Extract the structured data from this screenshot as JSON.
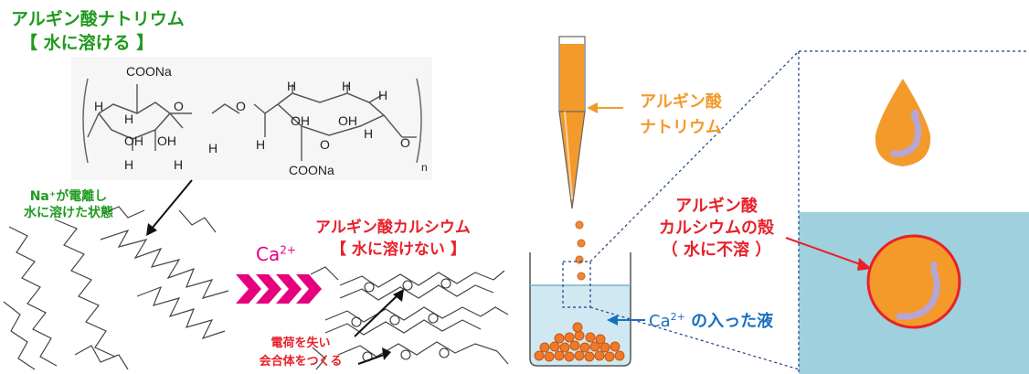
{
  "left_panel": {
    "sodium_alginate_title": "アルギン酸ナトリウム",
    "sodium_alginate_subtitle": "【 水に溶ける 】",
    "formula": {
      "coona_top": "COONa",
      "coona_bottom": "COONa",
      "h": "H",
      "oh": "OH",
      "o": "O",
      "n": "n"
    },
    "ionized_label_line1": "Na⁺が電離し",
    "ionized_label_line2": "水に溶けた状態",
    "calcium_ion": "Ca",
    "calcium_charge": "2+",
    "calcium_alginate_title": "アルギン酸カルシウム",
    "calcium_alginate_subtitle": "【 水に溶けない 】",
    "aggregate_label_line1": "電荷を失い",
    "aggregate_label_line2": "会合体をつくる"
  },
  "right_panel": {
    "pipette_label_line1": "アルギン酸",
    "pipette_label_line2": "ナトリウム",
    "shell_label_line1": "アルギン酸",
    "shell_label_line2": "カルシウムの殻",
    "shell_label_line3": "（ 水に不溶 ）",
    "solution_label_ion": "Ca",
    "solution_label_charge": "2+",
    "solution_label_text": " の入った液"
  },
  "colors": {
    "green": "#1f9a1f",
    "red": "#e8202a",
    "orange": "#f39a2b",
    "blue": "#1a6fc0",
    "water": "#9fd0dd",
    "magenta": "#e6007e"
  }
}
